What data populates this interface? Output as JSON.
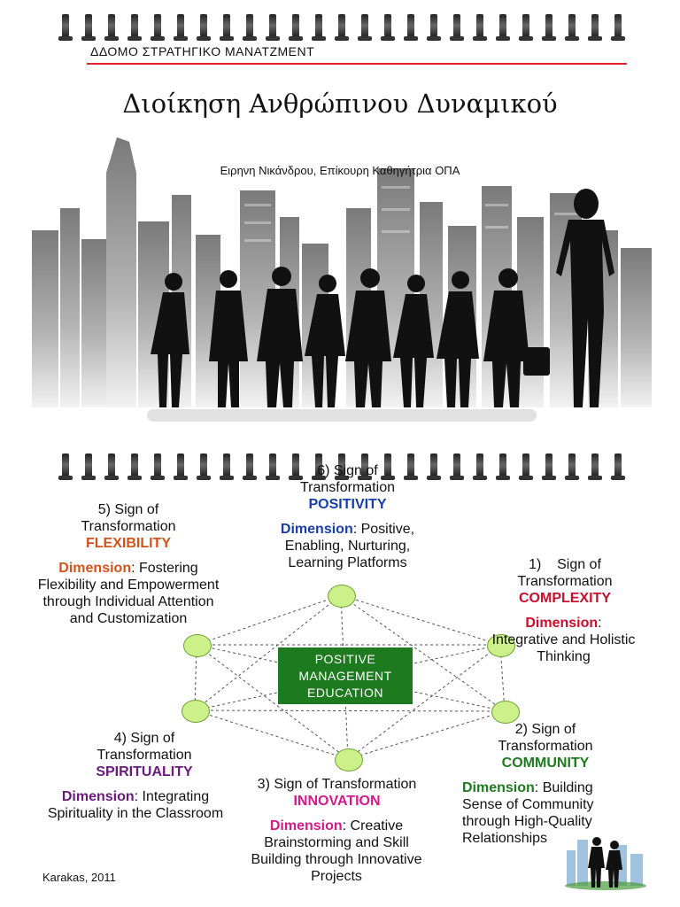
{
  "header": {
    "label": "ΔΔΟΜΟ ΣΤΡΑΤΗΓΙΚΟ ΜΑΝΑΤΖΜΕΝΤ",
    "title": "Διοίκηση Ανθρώπινου Δυναμικού",
    "author": "Ειρηνη Νικάνδρου, Επίκουρη Καθηγήτρια ΟΠΑ"
  },
  "colors": {
    "accent_line": "#e0262a",
    "flexibility": "#d4531a",
    "positivity": "#1a3ea8",
    "complexity": "#c8102e",
    "community": "#1e7a1e",
    "spirituality": "#6a1a7a",
    "innovation": "#d41a8a",
    "node_fill": "#ccf08a",
    "center_box": "#1e7a1e"
  },
  "diagram": {
    "center": {
      "line1": "POSITIVE",
      "line2": "MANAGEMENT",
      "line3": "EDUCATION"
    },
    "signs": [
      {
        "id": "positivity",
        "heading1": "6) Sign of",
        "heading2": "Transformation",
        "keyword": "POSITIVITY",
        "dimension_label": "Dimension",
        "dimension_text": ": Positive, Enabling, Nurturing, Learning Platforms"
      },
      {
        "id": "flexibility",
        "heading1": "5) Sign of",
        "heading2": "Transformation",
        "keyword": "FLEXIBILITY",
        "dimension_label": "Dimension",
        "dimension_text": ": Fostering Flexibility and Empowerment through Individual Attention and Customization"
      },
      {
        "id": "complexity",
        "heading1": "1)    Sign of",
        "heading2": "Transformation",
        "keyword": "COMPLEXITY",
        "dimension_label": "Dimension",
        "dimension_text": ": Integrative and Holistic Thinking"
      },
      {
        "id": "spirituality",
        "heading1": "4) Sign of",
        "heading2": "Transformation",
        "keyword": "SPIRITUALITY",
        "dimension_label": "Dimension",
        "dimension_text": ": Integrating Spirituality in the Classroom"
      },
      {
        "id": "community",
        "heading1": "2) Sign of",
        "heading2": "Transformation",
        "keyword": "COMMUNITY",
        "dimension_label": "Dimension",
        "dimension_text": ": Building Sense of Community through High-Quality Relationships"
      },
      {
        "id": "innovation",
        "heading1": "3) Sign of Transformation",
        "heading2": "",
        "keyword": "INNOVATION",
        "dimension_label": "Dimension",
        "dimension_text": ": Creative Brainstorming and Skill Building through Innovative Projects"
      }
    ]
  },
  "footer": {
    "citation": "Karakas, 2011"
  }
}
